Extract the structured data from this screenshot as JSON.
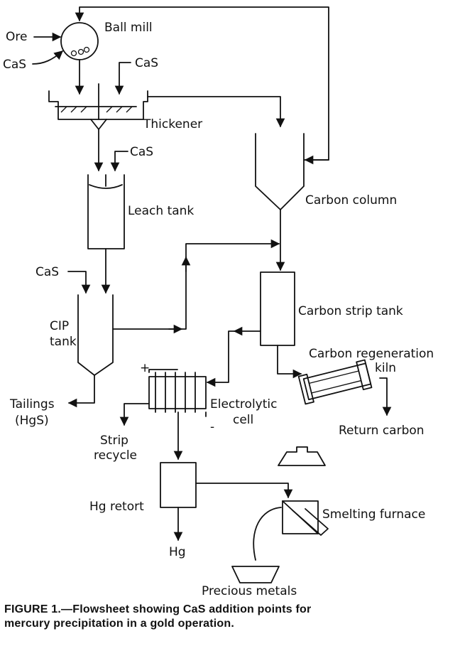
{
  "labels": {
    "ore": "Ore",
    "cas_1": "CaS",
    "ball_mill": "Ball mill",
    "cas_2": "CaS",
    "thickener": "Thickener",
    "cas_3": "CaS",
    "leach_tank": "Leach tank",
    "carbon_column": "Carbon column",
    "cas_4": "CaS",
    "cip": "CIP",
    "tank": "tank",
    "carbon_strip_tank": "Carbon strip tank",
    "carbon_regeneration": "Carbon regeneration",
    "kiln": "kiln",
    "plus": "+",
    "minus": "-",
    "electrolytic": "Electrolytic",
    "cell": "cell",
    "tailings": "Tailings",
    "hgs": "(HgS)",
    "strip": "Strip",
    "recycle": "recycle",
    "return_carbon": "Return carbon",
    "hg_retort": "Hg retort",
    "smelting_furnace": "Smelting furnace",
    "hg": "Hg",
    "precious_metals": "Precious metals"
  },
  "caption": {
    "line1": "FIGURE 1.—Flowsheet showing CaS addition points for",
    "line2": "mercury precipitation in a gold operation."
  }
}
